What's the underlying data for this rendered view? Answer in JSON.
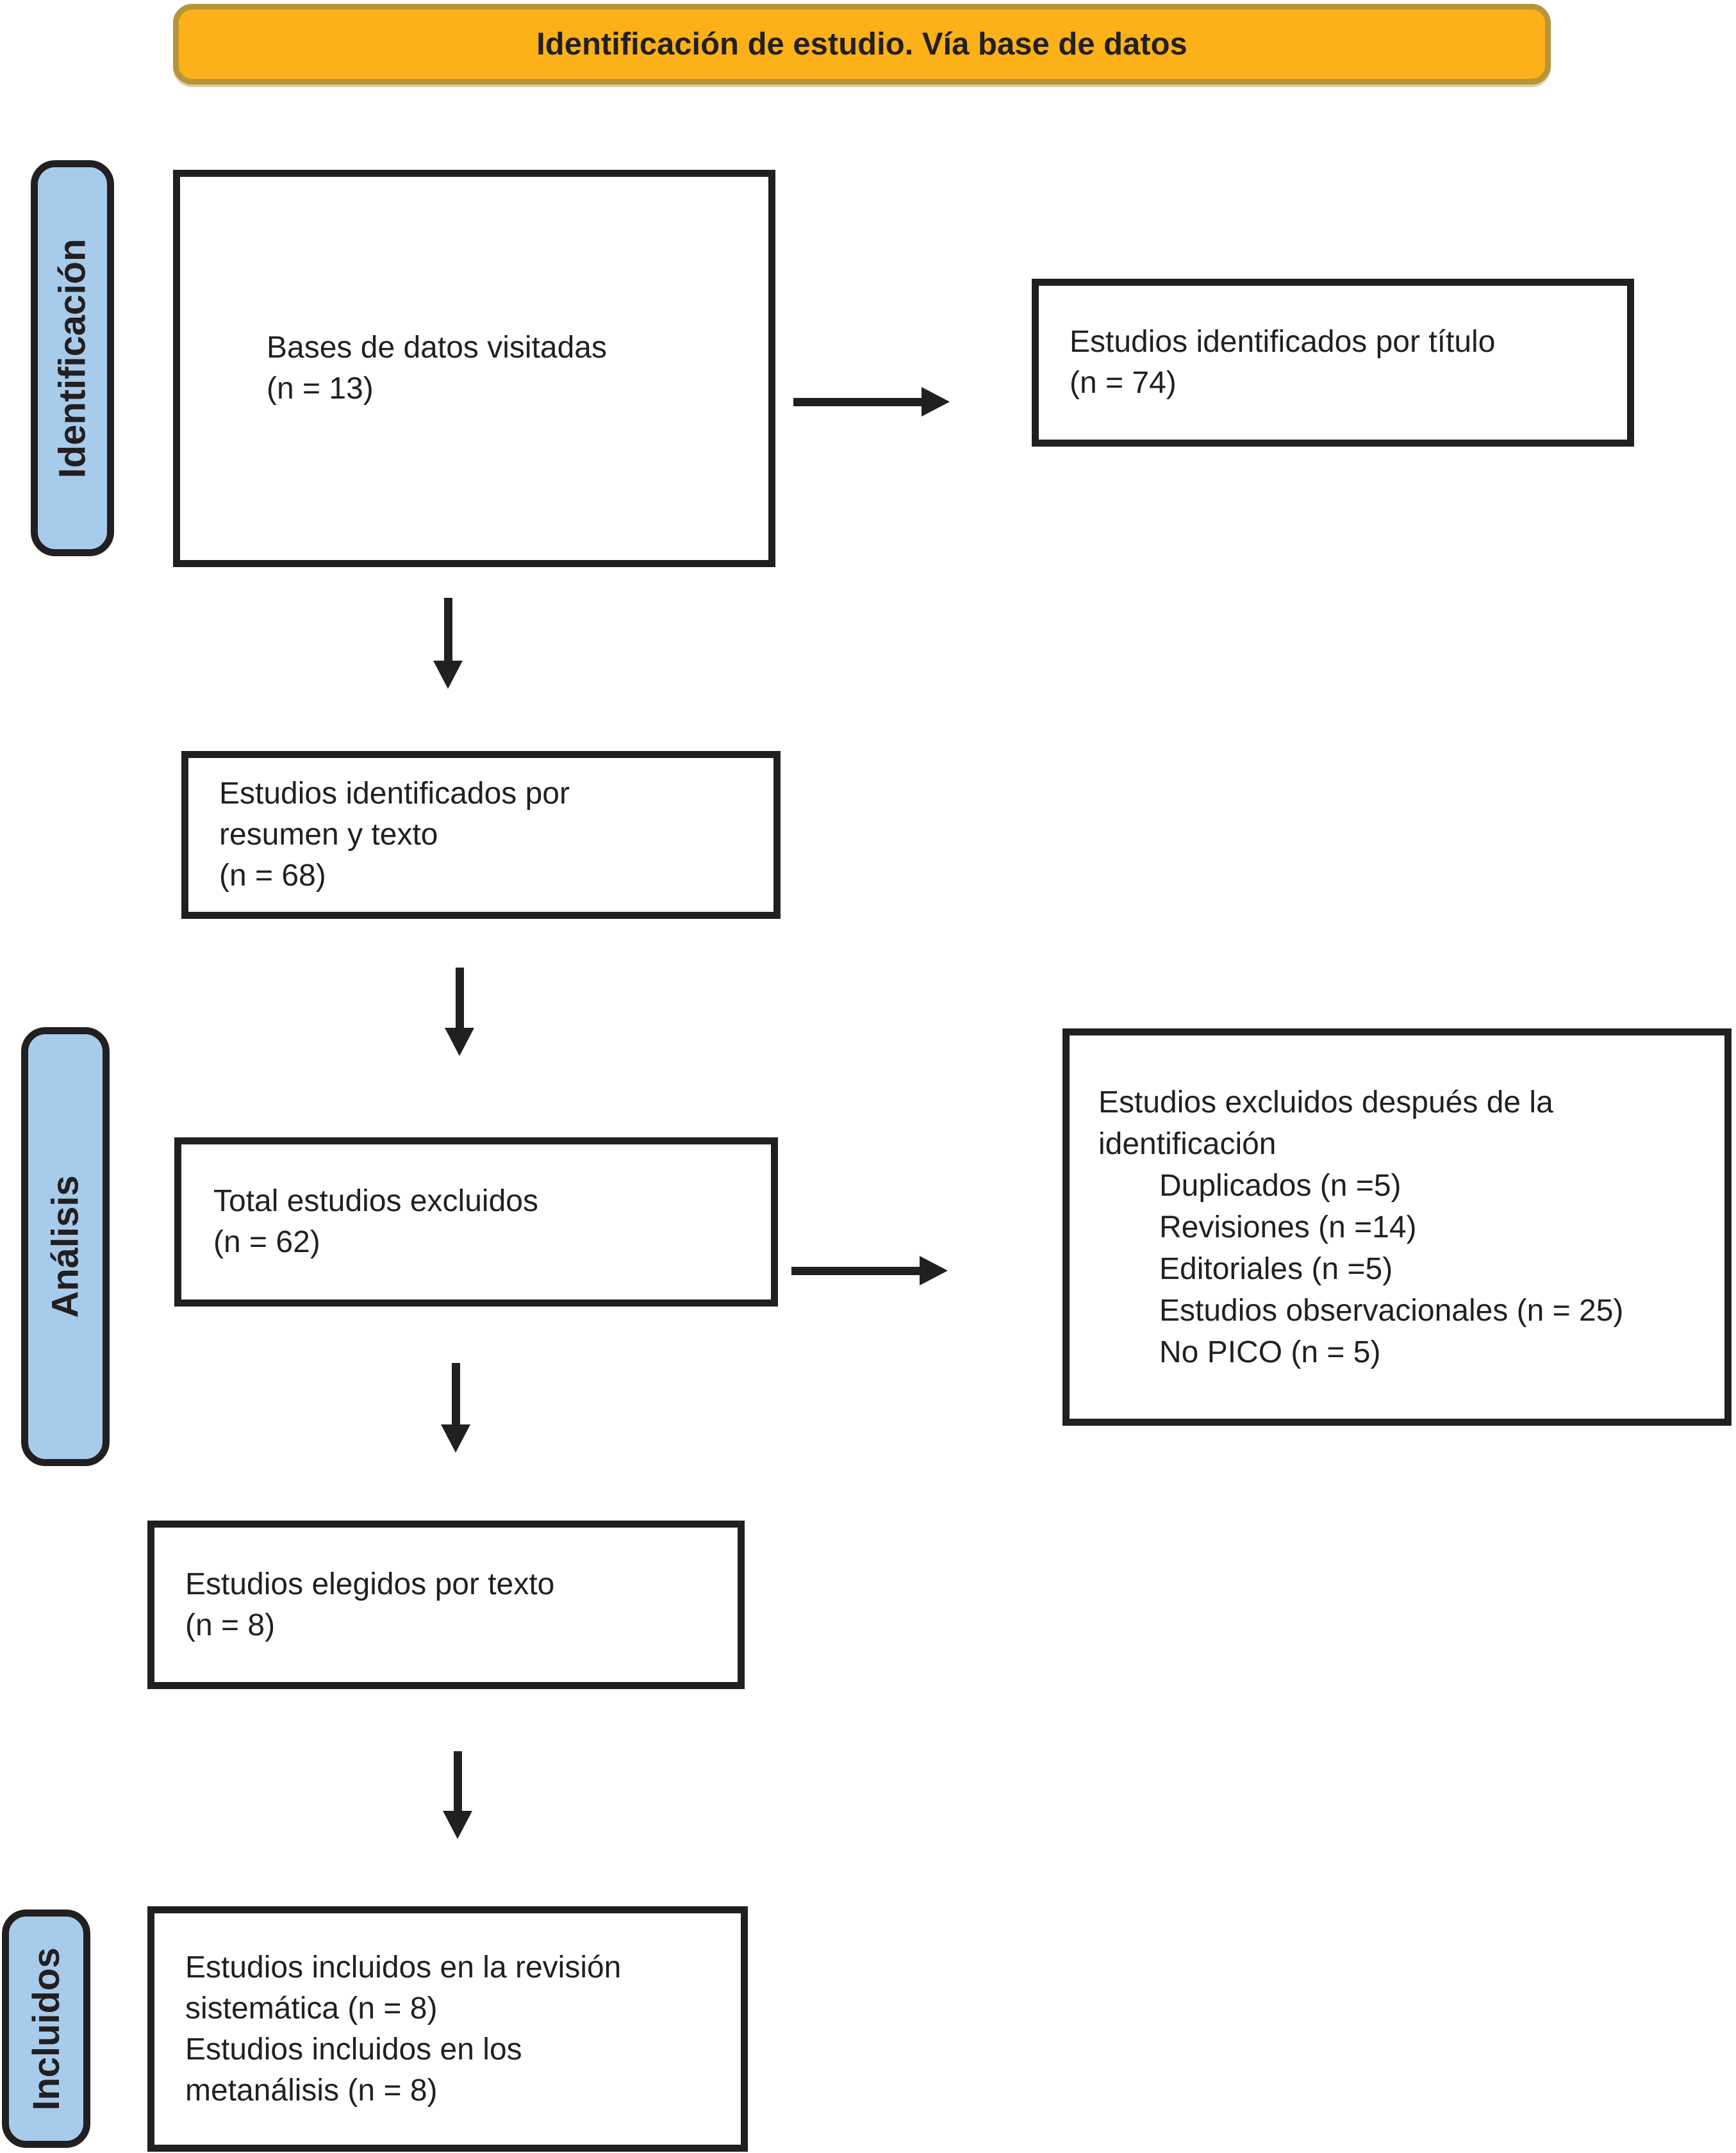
{
  "banner": {
    "title": "Identificación de estudio. Vía base de datos"
  },
  "sidebar": {
    "identificacion": "Identificación",
    "analisis": "Análisis",
    "incluidos": "Incluidos"
  },
  "boxes": {
    "bases_datos": {
      "line1": "Bases de datos visitadas",
      "line2": "(n = 13)"
    },
    "identificados_titulo": {
      "line1": "Estudios identificados por título",
      "line2": "(n = 74)"
    },
    "identificados_resumen": {
      "line1": "Estudios identificados por",
      "line2": "resumen y texto",
      "line3": "(n = 68)"
    },
    "total_excluidos": {
      "line1": "Total estudios excluidos",
      "line2": "(n = 62)"
    },
    "excluidos_detalle": {
      "title_line1": "Estudios excluidos después de la",
      "title_line2": "identificación",
      "items": [
        "Duplicados (n =5)",
        "Revisiones (n =14)",
        "Editoriales (n =5)",
        "Estudios observacionales (n = 25)",
        "No PICO (n = 5)"
      ]
    },
    "elegidos_texto": {
      "line1": "Estudios elegidos por texto",
      "line2": "(n = 8)"
    },
    "incluidos_final": {
      "line1": "Estudios incluidos en la revisión",
      "line2": "sistemática (n = 8)",
      "line3": "Estudios incluidos en los",
      "line4": "metanálisis (n = 8)"
    }
  },
  "colors": {
    "banner_fill": "#FBB117",
    "banner_border": "#B6953B",
    "stage_tab_fill": "#A7CBEA",
    "box_border": "#221F20",
    "text": "#231F20",
    "arrow": "#221F20"
  }
}
